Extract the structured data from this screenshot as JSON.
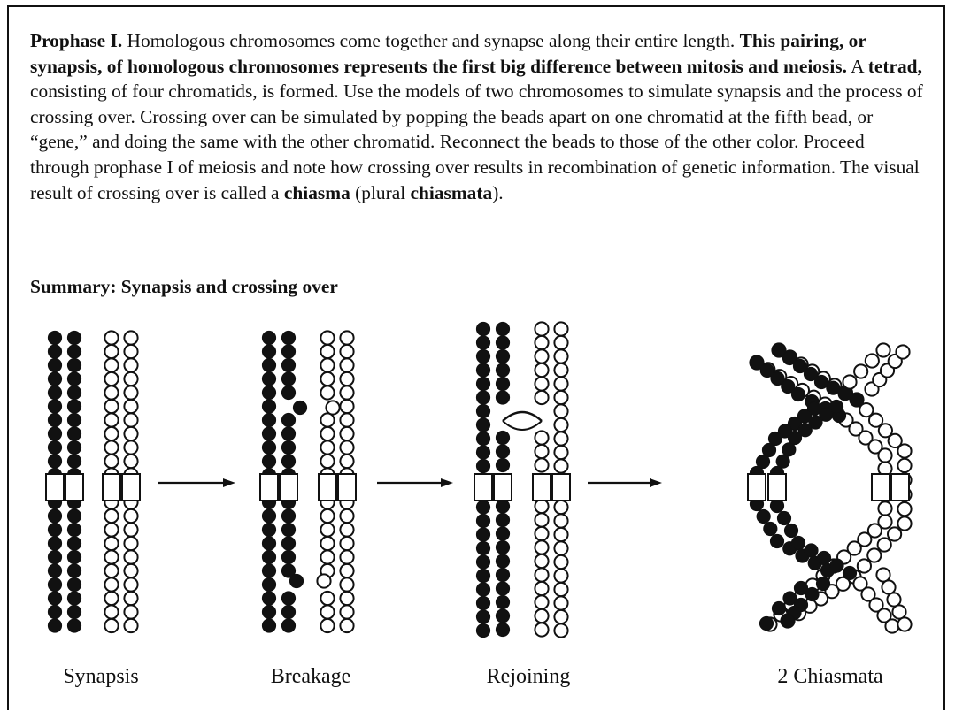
{
  "paragraph": {
    "prophase_label": "Prophase I.",
    "text_1": " Homologous chromosomes come together and synapse along their entire length. ",
    "bold_sentence": "This pairing, or synapsis, of homologous chromosomes represents the first big difference between mitosis and meiosis.",
    "text_2": " A ",
    "tetrad_term": "tetrad,",
    "text_3": " consisting of four chromatids, is formed. Use the models of two chromosomes to simulate synapsis and the process of crossing over. Crossing over can be simulated by popping the beads apart on one chromatid at the fifth bead, or “gene,” and doing the same with the other chromatid. Reconnect the beads to those of the other color. Proceed through prophase I of meiosis and note how crossing over results in recombination of genetic information. The visual result of crossing over is called a ",
    "chiasma_term": "chiasma",
    "text_4": " (plural ",
    "chiasmata_term": "chiasmata",
    "text_5": ")."
  },
  "summary_heading": "Summary: Synapsis and crossing over",
  "stages": [
    {
      "caption": "Synapsis"
    },
    {
      "caption": "Breakage"
    },
    {
      "caption": "Rejoining"
    },
    {
      "caption": "2 Chiasmata"
    }
  ],
  "colors": {
    "ink": "#111111",
    "paper": "#ffffff"
  }
}
